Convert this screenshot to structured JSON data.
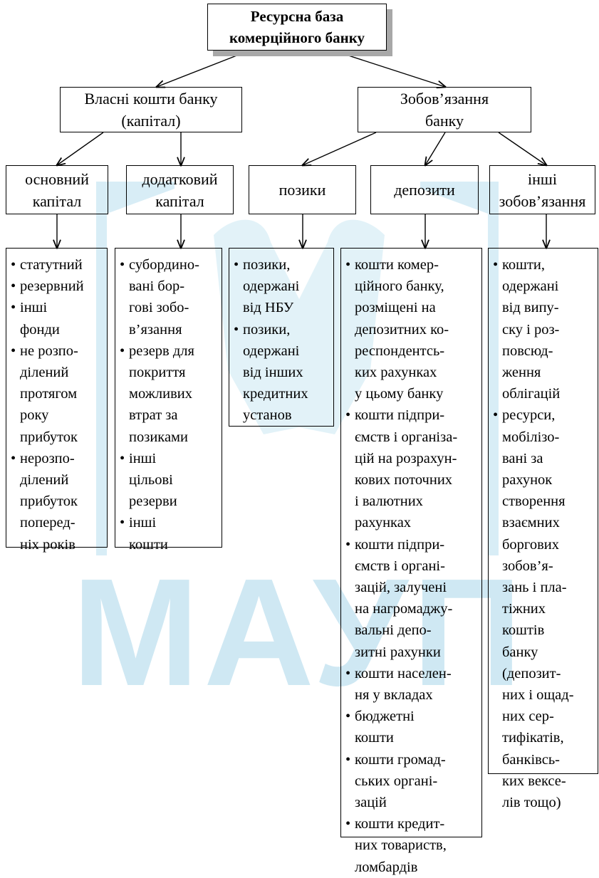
{
  "root": {
    "line1": "Ресурсна база",
    "line2": "комерційного банку"
  },
  "own_funds": {
    "line1": "Власні кошти банку",
    "line2": "(капітал)"
  },
  "liabilities": {
    "line1": "Зобов’язання",
    "line2": "банку"
  },
  "categories": {
    "core_capital": {
      "line1": "основний",
      "line2": "капітал"
    },
    "additional_capital": {
      "line1": "додатковий",
      "line2": "капітал"
    },
    "loans": {
      "line1": "позики"
    },
    "deposits": {
      "line1": "депозити"
    },
    "other_liabilities": {
      "line1": "інші",
      "line2": "зобов’язання"
    }
  },
  "lists": {
    "core_capital": [
      "статутний",
      "резервний",
      "інші\nфонди",
      "не розпо-\nділений\nпротягом\nроку\nприбуток",
      "нерозпо-\nділений\nприбуток\nпоперед-\nніх років"
    ],
    "additional_capital": [
      "субордино-\nвані бор-\nгові зобо-\nв’язання",
      "резерв для\nпокриття\nможливих\nвтрат за\nпозиками",
      "інші\nцільові\nрезерви",
      "інші\nкошти"
    ],
    "loans": [
      "позики,\nодержані\nвід НБУ",
      "позики,\nодержані\nвід інших\nкредитних\nустанов"
    ],
    "deposits": [
      "кошти комер-\nційного банку,\nрозміщені на\nдепозитних ко-\nреспондентсь-\nких рахунках\nу цьому банку",
      "кошти підпри-\nємств і організа-\nцій на розрахун-\nкових поточних\nі валютних\nрахунках",
      "кошти підпри-\nємств і органі-\nзацій, залучені\nна нагромаджу-\nвальні депо-\nзитні рахунки",
      "кошти населен-\nня у вкладах",
      "бюджетні\nкошти",
      "кошти громад-\nських органі-\nзацій",
      "кошти кредит-\nних товариств,\nломбардів"
    ],
    "other_liabilities": [
      "кошти,\nодержані\nвід випу-\nску і роз-\nповсюд-\nження\nоблігацій",
      "ресурси,\nмобілізо-\nвані за\nрахунок\nстворення\nвзаємних\nборгових\nзобов’я-\nзань і пла-\nтіжних\nкоштів\nбанку\n(депозит-\nних і ощад-\nних сер-\nтифікатів,\nбанківсь-\nких вексе-\nлів тощо)"
    ]
  },
  "watermark": {
    "text": "МАУП",
    "color": "#cfe8f3"
  },
  "colors": {
    "line": "#000000",
    "shadow": "#a8a8a8"
  }
}
